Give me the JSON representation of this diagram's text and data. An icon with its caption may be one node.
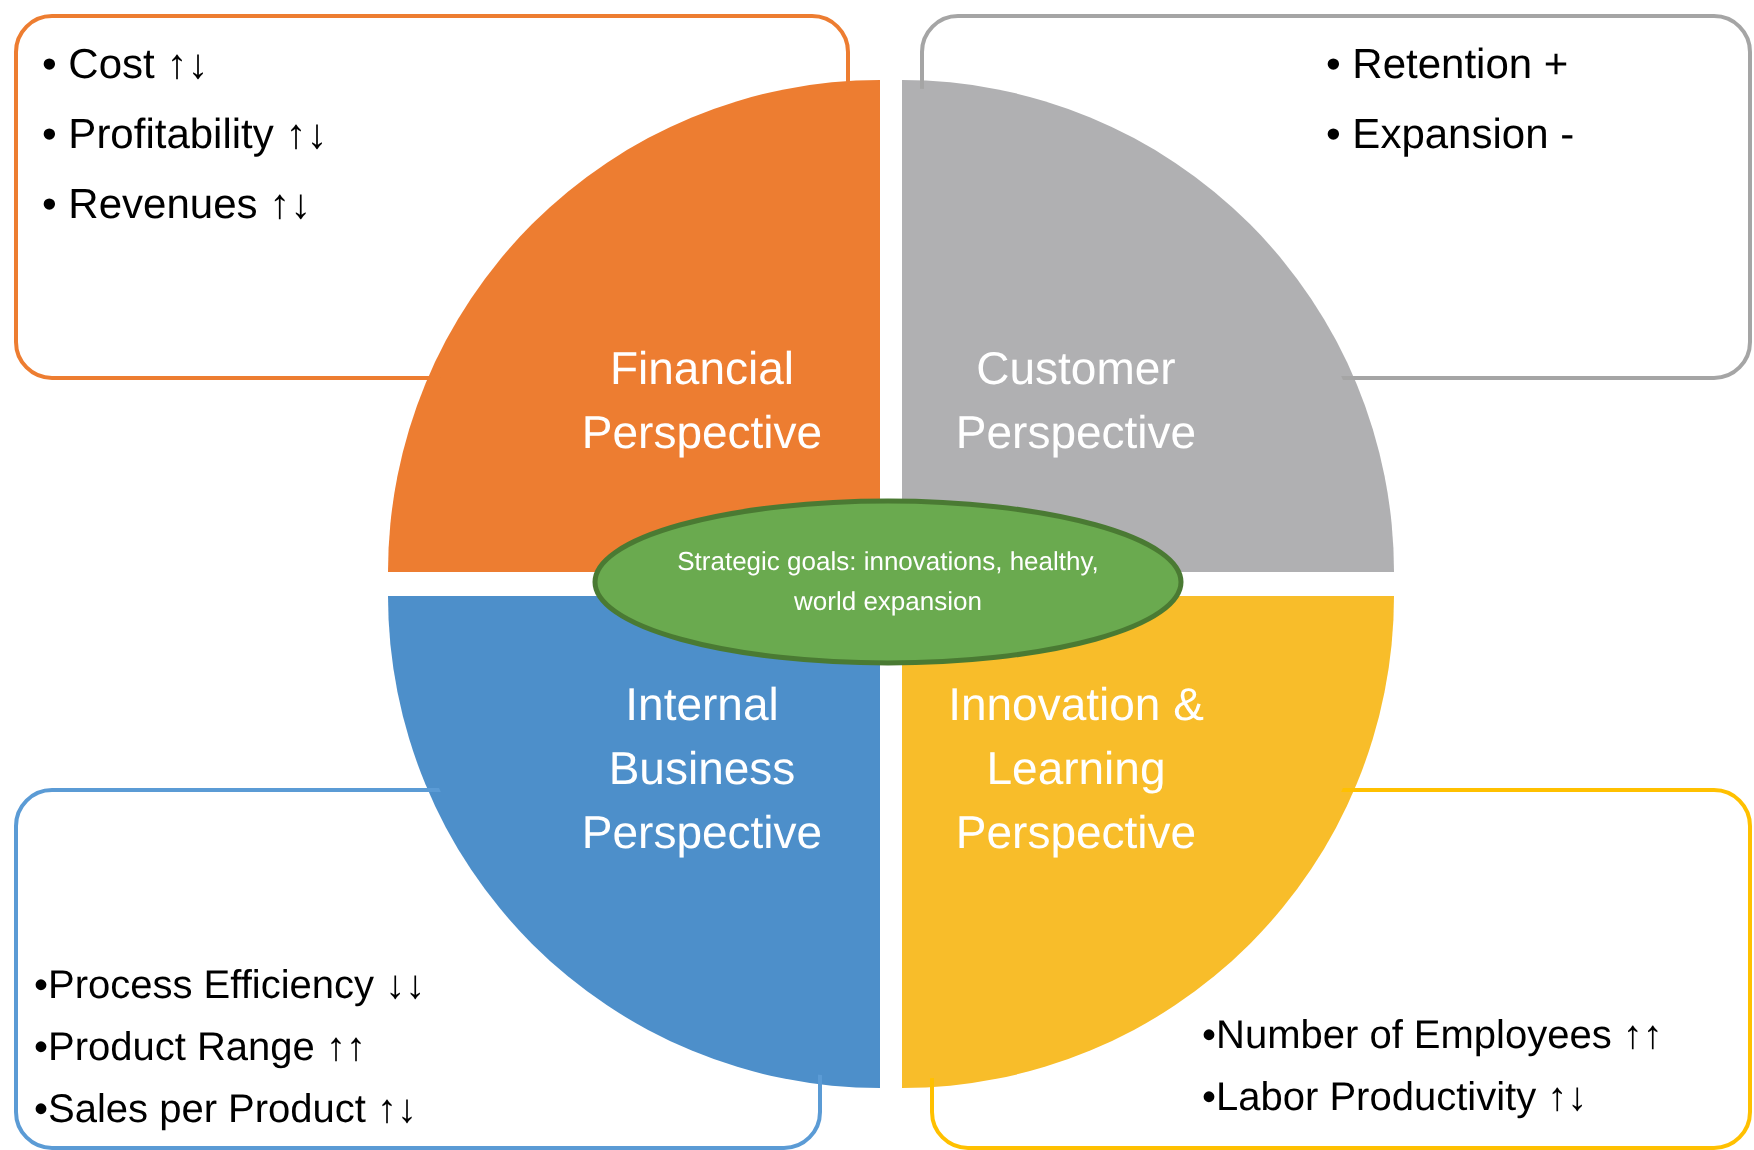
{
  "diagram": {
    "nodes": [
      {
        "text": [
          "• Cost ↑↓",
          "• Profitability ↑↓",
          "• Revenues ↑↓"
        ]
      },
      {
        "text": [
          "• Retention +",
          "• Expansion -"
        ]
      },
      {
        "text": [
          "•Process Efficiency ↓↓",
          "•Product Range ↑↑",
          "•Sales per Product ↑↓"
        ]
      },
      {
        "text": [
          "•Number of Employees ↑↑",
          "•Labor Productivity ↑↓"
        ]
      },
      {
        "text": [
          "Financial Perspective"
        ]
      },
      {
        "text": [
          "Customer Perspective"
        ]
      },
      {
        "text": [
          "Internal Business Perspective"
        ]
      },
      {
        "text": [
          "Innovation & Learning Perspective"
        ]
      },
      {
        "text": [
          "Strategic goals: innovations, healthy, world expansion"
        ]
      }
    ]
  }
}
